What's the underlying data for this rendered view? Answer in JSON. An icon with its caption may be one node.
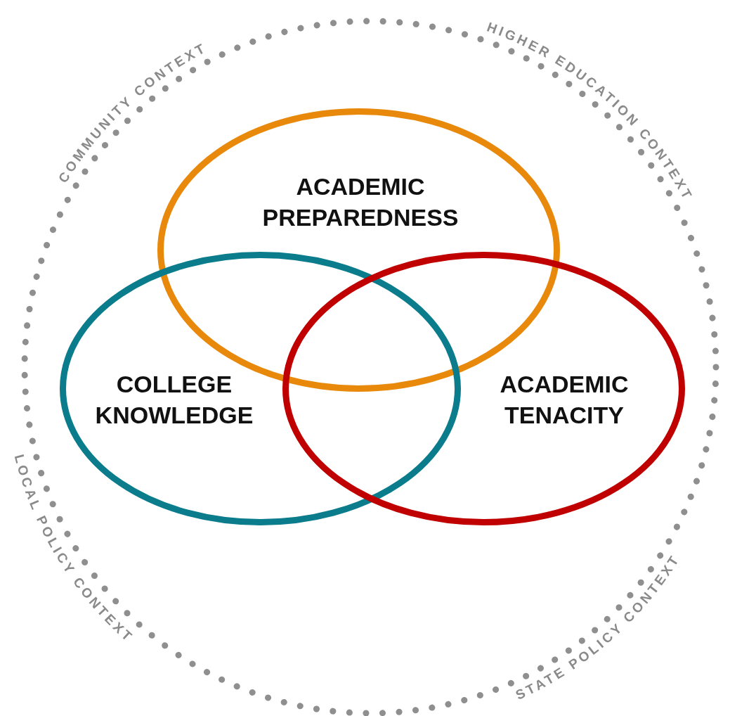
{
  "diagram": {
    "nodes": [
      {
        "text": [
          "ACADEMIC PREPAREDNESS"
        ]
      },
      {
        "text": [
          "COLLEGE KNOWLEDGE"
        ]
      },
      {
        "text": [
          "ACADEMIC TENACITY"
        ]
      }
    ],
    "edges": [],
    "labels": [
      "COMMUNITY CONTEXT",
      "HIGHER EDUCATION CONTEXT",
      "LOCAL POLICY CONTEXT",
      "STATE POLICY CONTEXT"
    ]
  }
}
